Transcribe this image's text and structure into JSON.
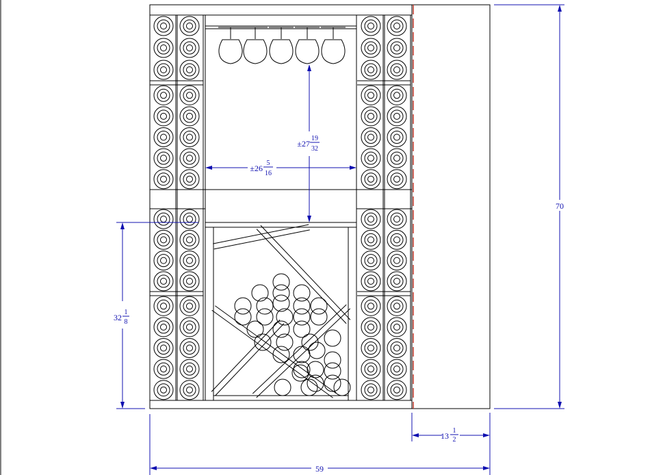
{
  "dimensions": {
    "overall_width": {
      "whole": "59"
    },
    "overall_height": {
      "whole": "70"
    },
    "side_panel_width": {
      "whole": "13",
      "num": "1",
      "den": "2"
    },
    "lower_height": {
      "whole": "32",
      "num": "1",
      "den": "8"
    },
    "opening_width": {
      "prefix": "±",
      "whole": "26",
      "num": "5",
      "den": "16"
    },
    "opening_height": {
      "prefix": "±",
      "whole": "27",
      "num": "19",
      "den": "32"
    }
  },
  "colors": {
    "line": "#000000",
    "dimension": "#1010b0",
    "hidden_edge": "#c0392b"
  }
}
